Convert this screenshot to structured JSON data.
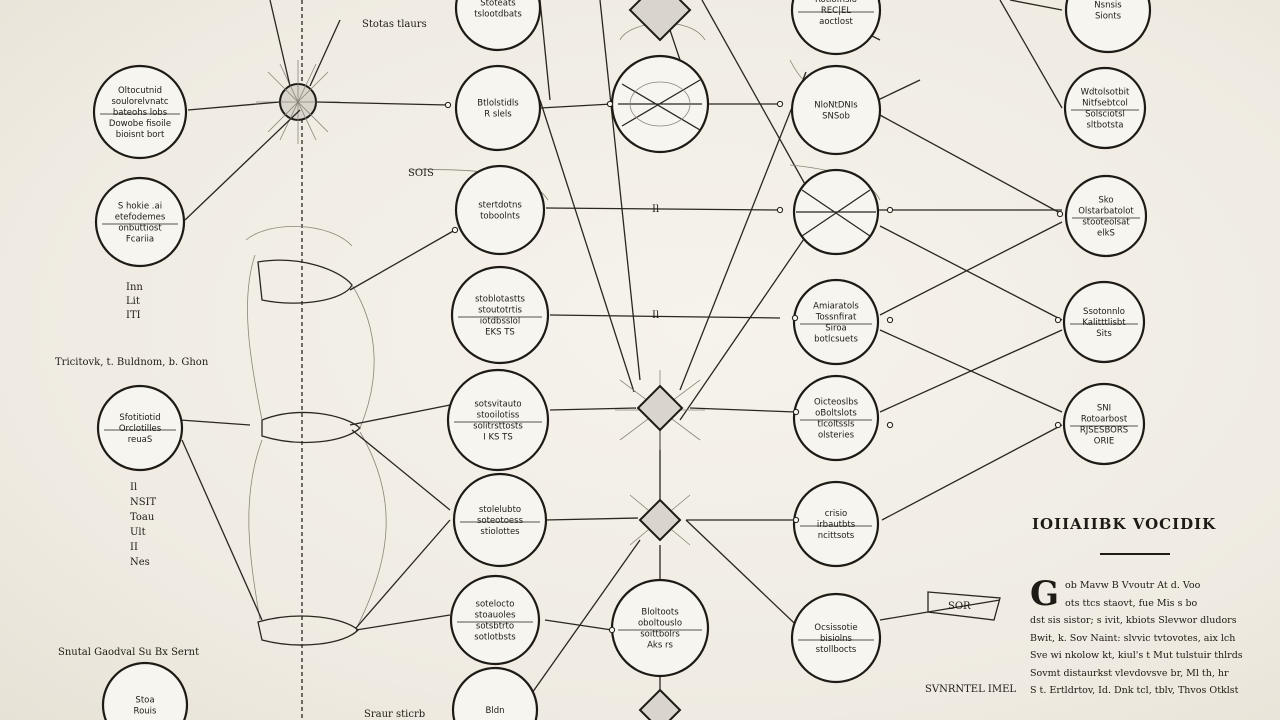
{
  "colors": {
    "ink": "#1e1b16",
    "paper": "#f1eee6",
    "shade": "#d9d5cc"
  },
  "captions": {
    "top": "Stotas tlaurs",
    "left_mid": "Tricitovk, t. Buldnom, b. Ghon",
    "left_low": "Snutal Gaodval Su Bx Sernt",
    "bottom": "Sraur sticrb",
    "small_mid": "SOIS",
    "left_col_a": [
      "Inn",
      "Lit",
      "ITI"
    ],
    "left_col_b": [
      "Il",
      "NSIT",
      "Toau",
      "Ult",
      "II",
      "Nes"
    ],
    "bracket_box": "SOR",
    "bracket_text": "SVNRNTEL IMEL"
  },
  "nodes": {
    "n1": [
      "Oltocutnid",
      "soulorelvnatc",
      "bateohs lobs",
      "Dowobe fisoile",
      "bioisnt bort"
    ],
    "n2": [
      "S hokie .ai",
      "etefodemes",
      "onbuttiost",
      "Fcariia"
    ],
    "n3": [
      "Sfotitiotid",
      "Orclotilles",
      "reuaS"
    ],
    "n4": [
      "Stoa",
      "Rouis"
    ],
    "t1": [
      "Stoteats",
      "tslootdbats"
    ],
    "t2": [
      "Btlolstidls",
      "R slels"
    ],
    "t3": [
      "stertdotns",
      "toboolnts"
    ],
    "t4": [
      "stoblotastts",
      "stoutotrtis",
      "iotdbsslol",
      "EKS TS"
    ],
    "t5": [
      "sotsvitauto",
      "stooilotiss",
      "solitrsttosts",
      "I KS TS"
    ],
    "t6": [
      "stolelubto",
      "soteotoess",
      "stiolottes"
    ],
    "t7": [
      "sotelocto",
      "stoauoles",
      "sotsbtrto",
      "sotlotbsts"
    ],
    "t8": [
      "Bldn"
    ],
    "m1": [
      "Bloltoots",
      "oboltouslo",
      "soittbolrs",
      "Aks rs"
    ],
    "r1": [
      "Rotlofnslo",
      "REC|EL",
      "aoctlost"
    ],
    "r2": [
      "NloNtDNIs",
      "SNSob"
    ],
    "r3": [
      "Amiaratols",
      "Tossnfirat",
      "Siroa",
      "botlcsuets"
    ],
    "r4": [
      "Oicteoslbs",
      "oBoltslots",
      "tlcoltssls",
      "olsteries"
    ],
    "r5": [
      "crisio",
      "irbautbts",
      "ncittsots"
    ],
    "r6": [
      "Ocsissotie",
      "bisiolns",
      "stollbocts"
    ],
    "f1": [
      "Nsnsis",
      "Sionts"
    ],
    "f2": [
      "Wdtolsotbit",
      "Nitfsebtcol",
      "Solsciotsl",
      "sltbotsta"
    ],
    "f3": [
      "Sko",
      "Olstarbatolot",
      "stooteolsat",
      "elkS"
    ],
    "f4": [
      "Ssotonnlo",
      "Kalitttlisbt",
      "Sits"
    ],
    "f5": [
      "SNI",
      "Rotoarbost",
      "RJSESBORS",
      "ORIE"
    ]
  },
  "labels": {
    "mid_marker": "Il",
    "mid_marker_2": "Il"
  },
  "panel": {
    "title": "IOIIAIIBK VOCIDIK",
    "dropcap": "G",
    "lines": [
      "ob  Mavw  B Vvoutr At d. Voo",
      "ots  ttcs staovt,  fue  Mis  s  bo",
      "dst  sis  sistor;  s  ivit,  kbiots  Slevwor dludors",
      "Bwit,  k.  Sov  Naint:  slvvic  tvtovotes,  aix  lch",
      "Sve  wi  nkolow  kt,  kiul's  t  Mut  tulstuir  thlrds",
      "Sovmt  distaurkst  vlevdovsve  br,  Ml  th,  hr",
      "S  t.  Ertldrtov,  Id.  Dnk  tcl,  tblv,  Thvos  Otklst"
    ]
  }
}
